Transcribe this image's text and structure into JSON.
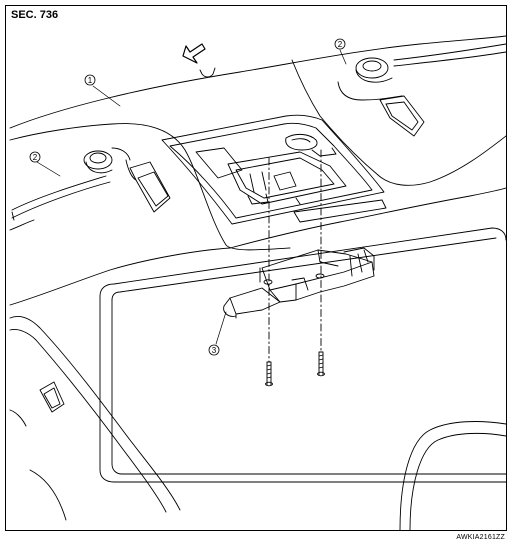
{
  "section_label": "SEC. 736",
  "image_code": "AWKIA2161ZZ",
  "callouts": [
    {
      "id": "callout-1",
      "number": "1"
    },
    {
      "id": "callout-2-left",
      "number": "2"
    },
    {
      "id": "callout-2-right",
      "number": "2"
    },
    {
      "id": "callout-3",
      "number": "3"
    }
  ],
  "icons": {
    "direction_arrow": "front-direction-arrow-icon"
  }
}
